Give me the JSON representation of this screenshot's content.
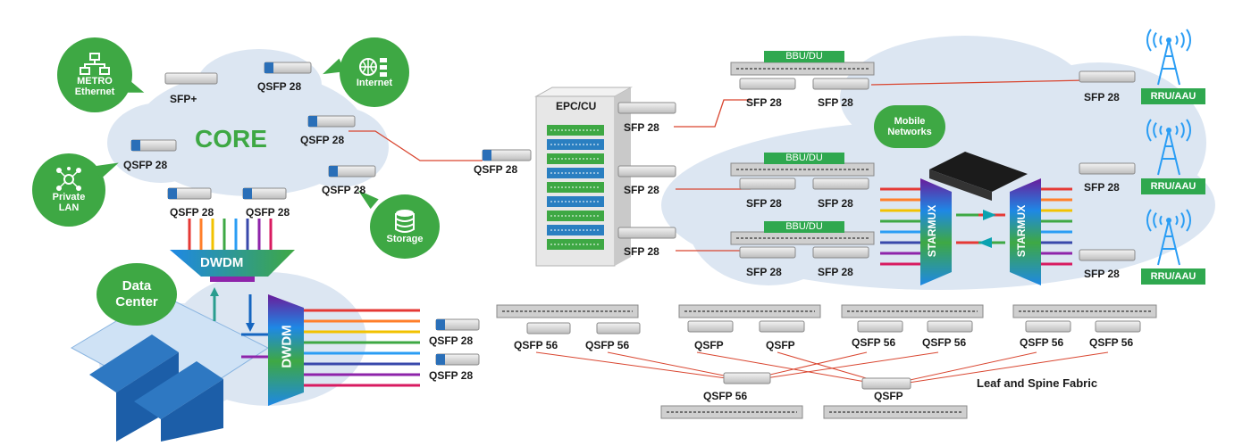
{
  "core_label": "CORE",
  "nodes": {
    "metro": "METRO\nEthernet",
    "internet": "Internet",
    "private_lan": "Private\nLAN",
    "storage": "Storage",
    "data_center": "Data\nCenter",
    "mobile": "Mobile\nNetworks",
    "epc": "EPC/CU"
  },
  "modules": {
    "sfp_plus": "SFP+",
    "qsfp28": "QSFP 28",
    "sfp28": "SFP 28",
    "qsfp56": "QSFP 56",
    "qsfp": "QSFP"
  },
  "mux": {
    "dwdm": "DWDM",
    "starmux": "STARMUX"
  },
  "bbu_label": "BBU/DU",
  "rru_label": "RRU/AAU",
  "fabric_label": "Leaf and Spine Fabric",
  "colors": {
    "green": "#3ea844",
    "cloud": "#d9e4f2",
    "link": "#d9452f",
    "rack_blue": "#2a7fc1",
    "rack_green": "#3ea844"
  },
  "wavelength_colors": [
    "#e53935",
    "#ff7f2a",
    "#f2c200",
    "#3ea844",
    "#2a9df4",
    "#3949ab",
    "#8e24aa",
    "#d81b60"
  ]
}
